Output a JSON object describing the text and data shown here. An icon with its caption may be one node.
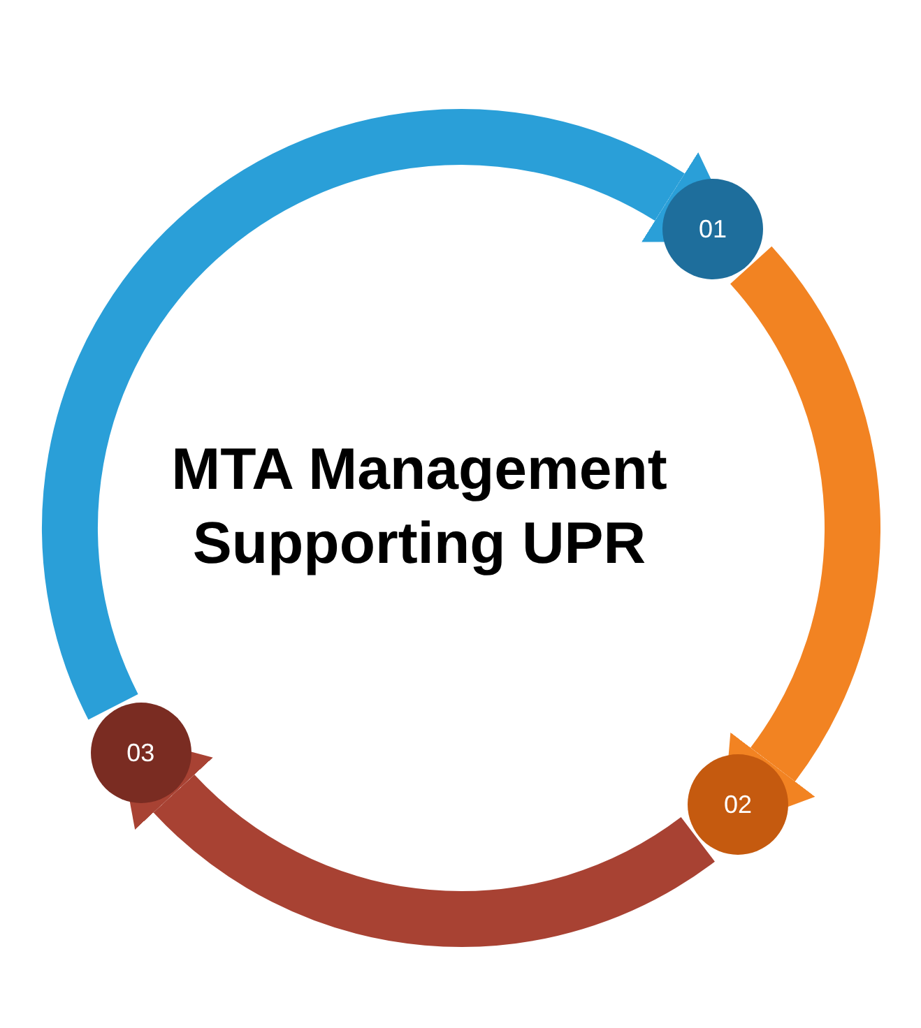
{
  "diagram": {
    "title": "MTA Management Supporting UPR",
    "nodes": [
      {
        "text": [
          "01"
        ]
      },
      {
        "text": [
          "02"
        ]
      },
      {
        "text": [
          "03"
        ]
      }
    ],
    "edges": [
      {
        "from": 2,
        "to": 0,
        "arrow": "to",
        "color": "#2a9fd8"
      },
      {
        "from": 0,
        "to": 1,
        "arrow": "to",
        "color": "#f28322"
      },
      {
        "from": 1,
        "to": 2,
        "arrow": "to",
        "color": "#a84233"
      }
    ]
  }
}
